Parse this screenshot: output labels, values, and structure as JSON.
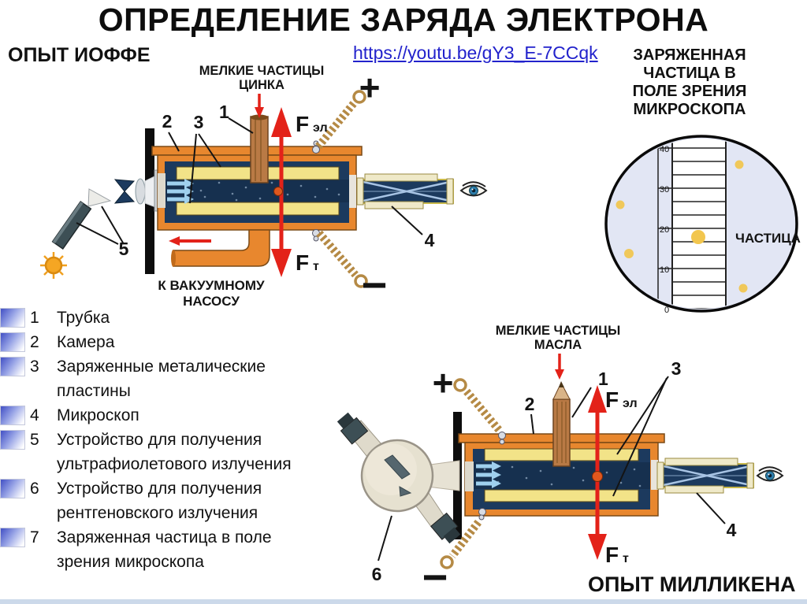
{
  "slide": {
    "title": "ОПРЕДЕЛЕНИЕ ЗАРЯДА ЭЛЕКТРОНА",
    "video_link": "https://youtu.be/gY3_E-7CCqk"
  },
  "ioffe": {
    "heading": "ОПЫТ ИОФФЕ",
    "source_label": {
      "line1": "МЕЛКИЕ ЧАСТИЦЫ",
      "line2": "ЦИНКА"
    },
    "pump_label": {
      "line1": "К ВАКУУМНОМУ",
      "line2": "НАСОСУ"
    },
    "force_electric": {
      "symbol": "F",
      "subscript": "эл"
    },
    "force_gravity": {
      "symbol": "F",
      "subscript": "т"
    },
    "plus": "+",
    "minus": "−",
    "callout_1": "1",
    "callout_2": "2",
    "callout_3": "3",
    "callout_4": "4",
    "callout_5": "5"
  },
  "millikan": {
    "heading": "ОПЫТ МИЛЛИКЕНА",
    "source_label": {
      "line1": "МЕЛКИЕ ЧАСТИЦЫ",
      "line2": "МАСЛА"
    },
    "force_electric": {
      "symbol": "F",
      "subscript": "эл"
    },
    "force_gravity": {
      "symbol": "F",
      "subscript": "т"
    },
    "plus": "+",
    "minus": "−",
    "callout_1": "1",
    "callout_2": "2",
    "callout_3": "3",
    "callout_4": "4",
    "callout_6": "6"
  },
  "scope_view": {
    "heading": {
      "line1": "ЗАРЯЖЕННАЯ",
      "line2": "ЧАСТИЦА В",
      "line3": "ПОЛЕ ЗРЕНИЯ",
      "line4": "МИКРОСКОПА"
    },
    "particle_label": "ЧАСТИЦА",
    "scale": {
      "t40": "40",
      "t30": "30",
      "t20": "20",
      "t10": "10",
      "t0": "0"
    }
  },
  "legend": {
    "items": [
      {
        "num": "1",
        "text": "Трубка"
      },
      {
        "num": "2",
        "text": "Камера"
      },
      {
        "num": "3",
        "text": "Заряженные металические пластины"
      },
      {
        "num": "4",
        "text": "Микроскоп"
      },
      {
        "num": "5",
        "text": "Устройство для получения ультрафиолетового излучения"
      },
      {
        "num": "6",
        "text": "Устройство для получения рентгеновского излучения"
      },
      {
        "num": "7",
        "text": "Заряженная частица в поле зрения микроскопа"
      }
    ]
  },
  "colors": {
    "accent_red": "#e32219",
    "chamber_orange": "#e8872e",
    "interior_navy": "#1c3a5e",
    "plate_yellow": "#f2e388",
    "link_blue": "#2222cc",
    "particle_yellow": "#f2c64e"
  }
}
